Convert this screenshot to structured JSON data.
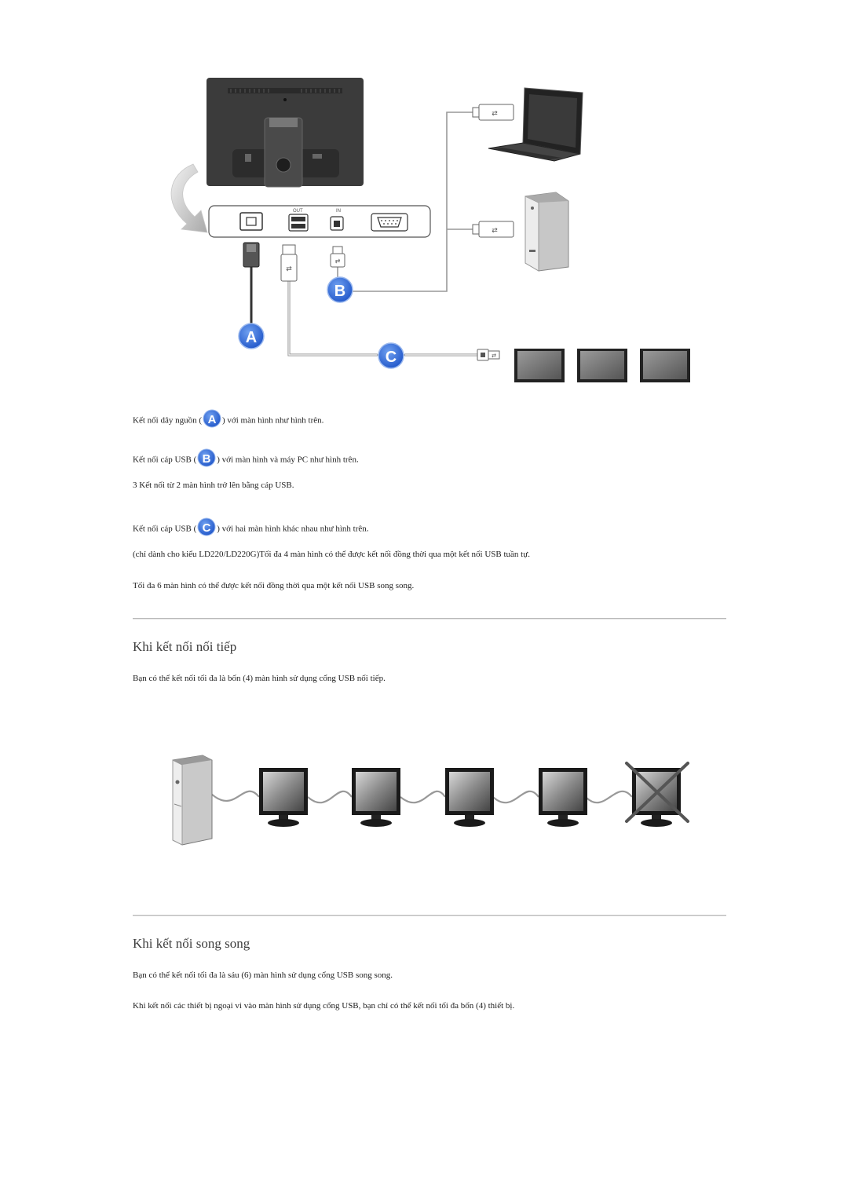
{
  "diagram": {
    "port_labels": {
      "out": "OUT",
      "in": "IN"
    },
    "badges": {
      "a": "A",
      "b": "B",
      "c": "C"
    }
  },
  "instructions": {
    "line1_before": "Kết nối dây nguồn (",
    "line1_after": ") với màn hình như hình trên.",
    "line2_before": "Kết nối cáp USB (",
    "line2_after": ") với màn hình và máy PC như hình trên.",
    "line3": "3 Kết nối từ 2 màn hình trở lên bằng cáp USB.",
    "line4_before": "Kết nối cáp USB (",
    "line4_after": ") với hai màn hình khác nhau như hình trên.",
    "line5": "(chỉ dành cho kiểu LD220/LD220G)Tối đa 4 màn hình có thể được kết nối đồng thời qua một kết nối USB tuần tự.",
    "line6": "Tối đa 6 màn hình có thể được kết nối đồng thời qua một kết nối USB song song."
  },
  "serial": {
    "heading": "Khi kết nối nối tiếp",
    "text": "Bạn có thể kết nối tối đa là bốn (4) màn hình sử dụng cổng USB nối tiếp."
  },
  "parallel": {
    "heading": "Khi kết nối song song",
    "text1": "Bạn có thể kết nối tối đa là sáu (6) màn hình sử dụng cổng USB song song.",
    "text2": "Khi kết nối các thiết bị ngoại vi vào màn hình sử dụng cổng USB, bạn chỉ có thể kết nối tối đa bốn (4) thiết bị."
  }
}
